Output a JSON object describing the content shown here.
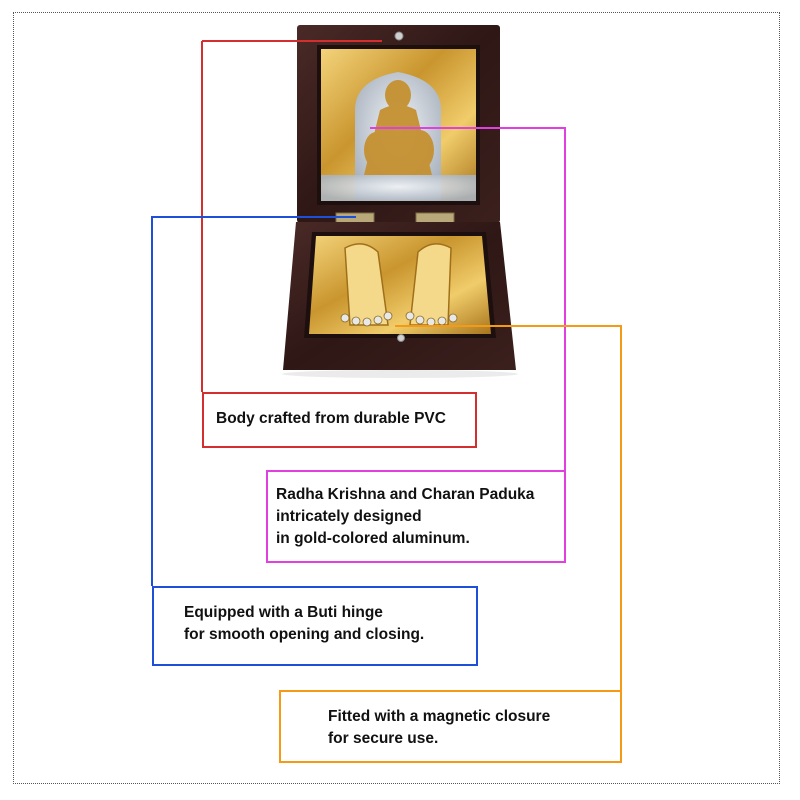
{
  "callouts": {
    "body": {
      "lines": [
        "Body crafted from durable PVC"
      ],
      "color": "#d32f2f"
    },
    "design": {
      "lines": [
        "Radha Krishna and Charan Paduka",
        "intricately designed",
        "in gold-colored aluminum."
      ],
      "color": "#e040e0"
    },
    "hinge": {
      "lines": [
        "Equipped with a Buti hinge",
        "for smooth opening and closing."
      ],
      "color": "#1e4fd8"
    },
    "closure": {
      "lines": [
        "Fitted with a magnetic closure",
        "for secure use."
      ],
      "color": "#f59a14"
    }
  },
  "product": {
    "image_subject": "wooden pooja box with Radha Krishna and Charan Paduka",
    "colors": {
      "wood": "#3a1f1c",
      "gold": "#d4a43a",
      "silver": "#cfd6df"
    }
  }
}
